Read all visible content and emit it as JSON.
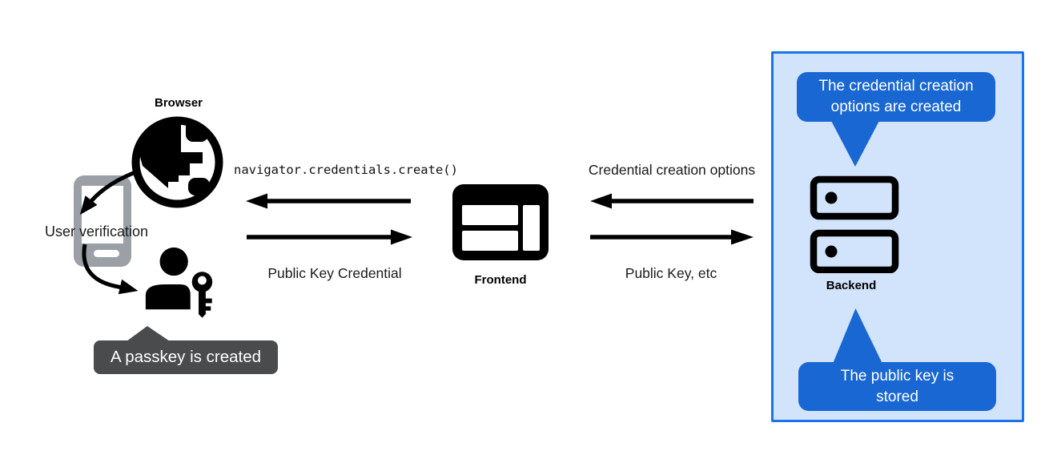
{
  "left": {
    "browser_label": "Browser",
    "user_verification_label": "User verification",
    "passkey_tooltip_text": "A passkey is created"
  },
  "center": {
    "frontend_label": "Frontend",
    "arrow_to_browser_label": "navigator.credentials.create()",
    "arrow_to_frontend_label": "Public Key Credential"
  },
  "right": {
    "arrow_to_frontend_label": "Credential creation options",
    "arrow_to_backend_label": "Public Key, etc"
  },
  "backend_panel": {
    "backend_label": "Backend",
    "bubble_top": {
      "lines": [
        "The credential creation",
        "options are created"
      ]
    },
    "bubble_bottom": {
      "lines": [
        "The public key is",
        "stored"
      ]
    }
  },
  "colors": {
    "panel_fill": "#d2e3fc",
    "panel_border": "#1a73e8",
    "bubble_blue": "#1967d2",
    "tooltip_gray": "#494b4d",
    "phone_gray": "#9aa0a6",
    "ink": "#000000"
  }
}
